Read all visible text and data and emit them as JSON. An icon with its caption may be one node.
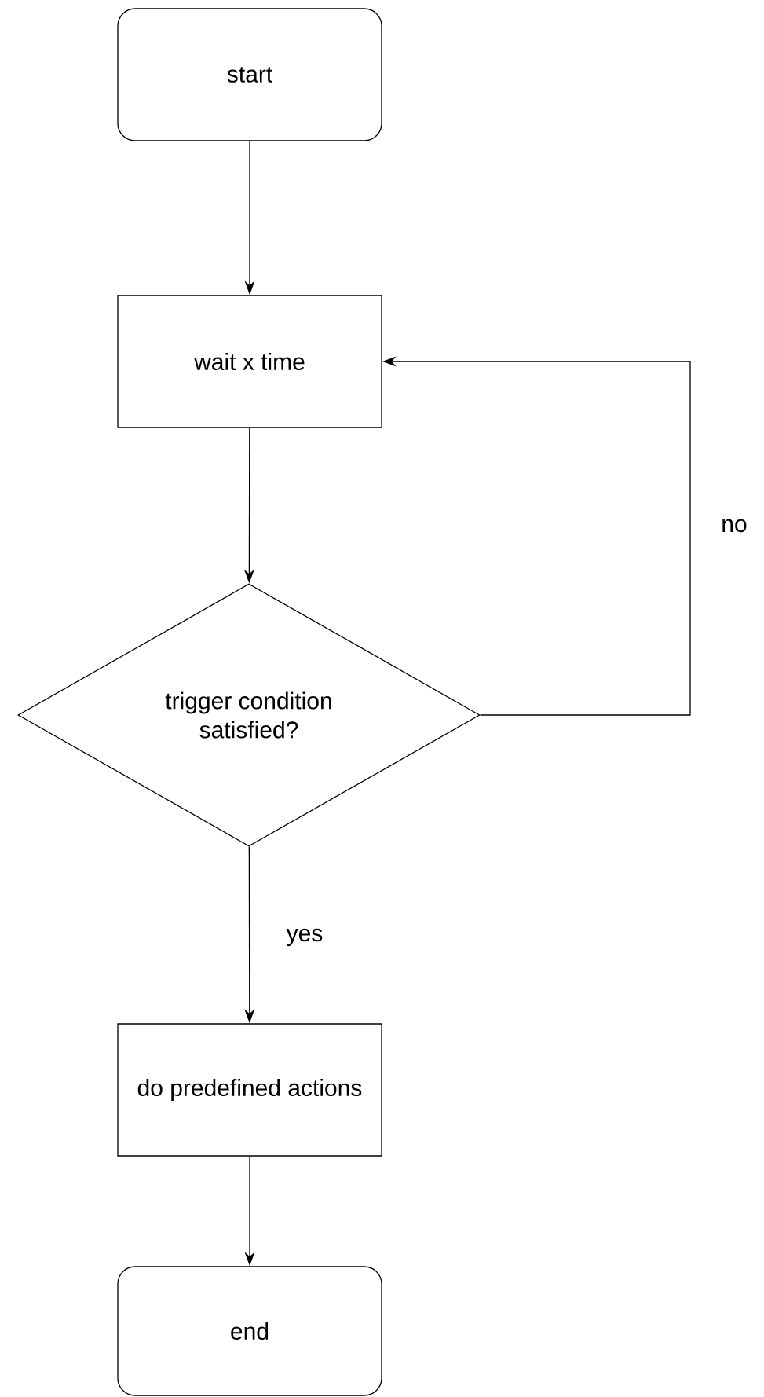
{
  "diagram": {
    "nodes": [
      {
        "text": [
          "start"
        ]
      },
      {
        "text": [
          "wait x time"
        ]
      },
      {
        "text": [
          "trigger condition satisfied?"
        ]
      },
      {
        "text": [
          "do predefined actions"
        ]
      },
      {
        "text": [
          "end"
        ]
      }
    ],
    "edges": [
      {
        "from": 0,
        "to": 1,
        "arrow": "to"
      },
      {
        "from": 1,
        "to": 2,
        "arrow": "to"
      },
      {
        "from": 2,
        "to": 1,
        "arrow": "to",
        "label": "no"
      },
      {
        "from": 2,
        "to": 3,
        "arrow": "to",
        "label": "yes"
      },
      {
        "from": 3,
        "to": 4,
        "arrow": "to"
      }
    ]
  }
}
